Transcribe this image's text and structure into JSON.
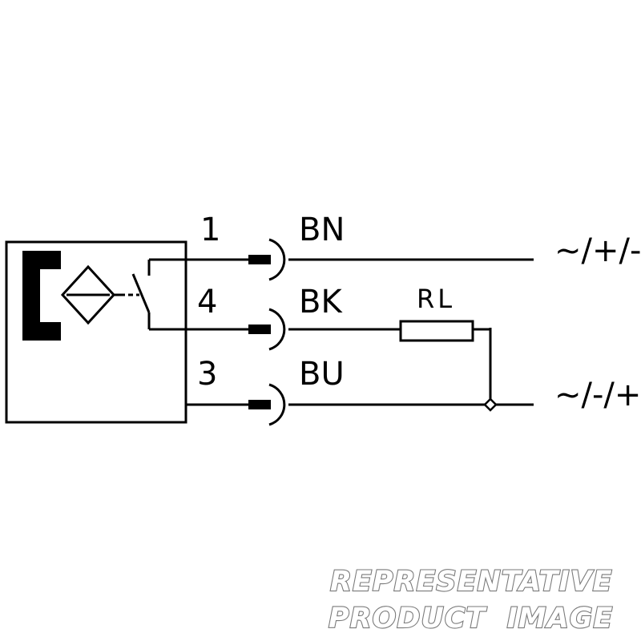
{
  "pins": {
    "p1": "1",
    "p4": "4",
    "p3": "3"
  },
  "wires": {
    "bn": "BN",
    "bk": "BK",
    "bu": "BU"
  },
  "load": {
    "label": "RL"
  },
  "supply": {
    "positive": "~/+/-",
    "negative": "~/-/+"
  },
  "watermark": {
    "line1": "REPRESENTATIVE",
    "line2": "PRODUCT  IMAGE"
  },
  "colors": {
    "line": "#000000",
    "background": "#ffffff",
    "watermark_stroke": "#7a7a7a"
  }
}
